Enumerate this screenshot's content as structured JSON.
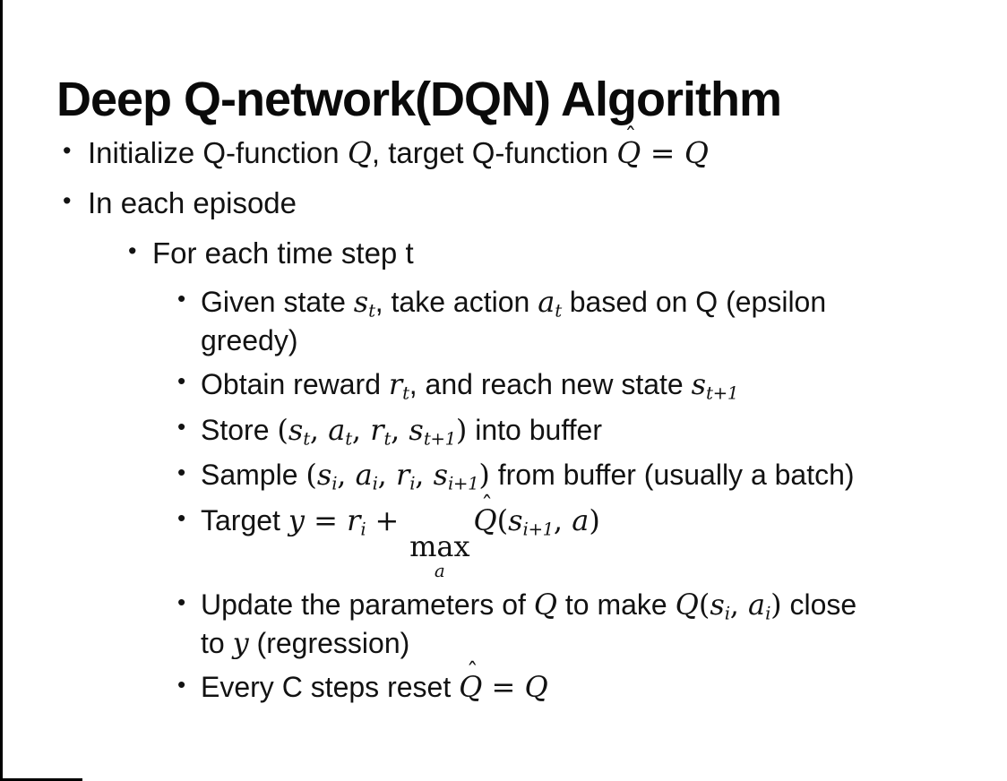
{
  "slide": {
    "title": "Deep Q-network(DQN) Algorithm",
    "bullet_glyph": "•",
    "bullets": [
      {
        "level": 1,
        "segments": [
          {
            "t": "Initialize Q-function "
          },
          {
            "v": "Q"
          },
          {
            "t": ", target Q-function "
          },
          {
            "v": "Q",
            "hat": true
          },
          {
            "pn": " = "
          },
          {
            "v": "Q"
          }
        ]
      },
      {
        "level": 1,
        "segments": [
          {
            "t": "In each episode"
          }
        ]
      },
      {
        "level": 2,
        "segments": [
          {
            "t": "For each time step t"
          }
        ]
      },
      {
        "level": 3,
        "segments": [
          {
            "t": "Given state "
          },
          {
            "v": "s",
            "sub": "t"
          },
          {
            "t": ", take action "
          },
          {
            "v": "a",
            "sub": "t"
          },
          {
            "t": " based on Q (epsilon"
          },
          {
            "br": true
          },
          {
            "t": "greedy)"
          }
        ]
      },
      {
        "level": 3,
        "segments": [
          {
            "t": "Obtain reward "
          },
          {
            "v": "r",
            "sub": "t"
          },
          {
            "t": ", and reach new state "
          },
          {
            "v": "s",
            "sub": "t+1"
          }
        ]
      },
      {
        "level": 3,
        "segments": [
          {
            "t": "Store "
          },
          {
            "pn": "("
          },
          {
            "v": "s",
            "sub": "t"
          },
          {
            "pn": ", "
          },
          {
            "v": "a",
            "sub": "t"
          },
          {
            "pn": ", "
          },
          {
            "v": "r",
            "sub": "t"
          },
          {
            "pn": ", "
          },
          {
            "v": "s",
            "sub": "t+1"
          },
          {
            "pn": ")"
          },
          {
            "t": " into buffer"
          }
        ]
      },
      {
        "level": 3,
        "segments": [
          {
            "t": "Sample "
          },
          {
            "pn": "("
          },
          {
            "v": "s",
            "sub": "i"
          },
          {
            "pn": ", "
          },
          {
            "v": "a",
            "sub": "i"
          },
          {
            "pn": ", "
          },
          {
            "v": "r",
            "sub": "i"
          },
          {
            "pn": ", "
          },
          {
            "v": "s",
            "sub": "i+1"
          },
          {
            "pn": ")"
          },
          {
            "t": " from buffer (usually a batch)"
          }
        ]
      },
      {
        "level": 3,
        "segments": [
          {
            "t": "Target "
          },
          {
            "v": "y"
          },
          {
            "pn": " = "
          },
          {
            "v": "r",
            "sub": "i"
          },
          {
            "pn": " + "
          },
          {
            "op": "max",
            "under": "a"
          },
          {
            "v": "Q",
            "hat": true
          },
          {
            "pn": "("
          },
          {
            "v": "s",
            "sub": "i+1"
          },
          {
            "pn": ", "
          },
          {
            "v": "a"
          },
          {
            "pn": ")"
          }
        ]
      },
      {
        "level": 3,
        "segments": [
          {
            "t": "Update the parameters of "
          },
          {
            "v": "Q"
          },
          {
            "t": " to make "
          },
          {
            "v": "Q"
          },
          {
            "pn": "("
          },
          {
            "v": "s",
            "sub": "i"
          },
          {
            "pn": ", "
          },
          {
            "v": "a",
            "sub": "i"
          },
          {
            "pn": ")"
          },
          {
            "t": " close"
          },
          {
            "br": true
          },
          {
            "t": "to "
          },
          {
            "v": "y"
          },
          {
            "t": " (regression)"
          }
        ]
      },
      {
        "level": 3,
        "segments": [
          {
            "t": "Every C steps reset "
          },
          {
            "v": "Q",
            "hat": true
          },
          {
            "pn": " = "
          },
          {
            "v": "Q"
          }
        ]
      }
    ]
  },
  "colors": {
    "background": "#ffffff",
    "text": "#121212",
    "title_text": "#0a0a0a",
    "edge_line": "#000000"
  }
}
